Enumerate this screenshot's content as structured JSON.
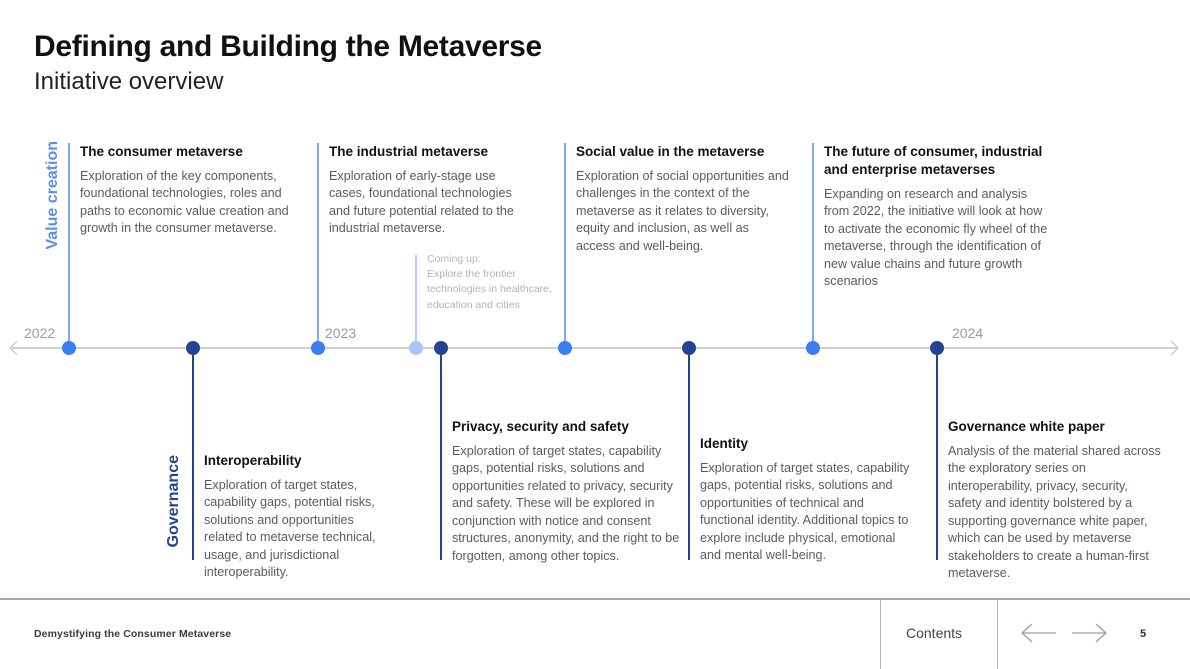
{
  "header": {
    "title": "Defining and Building the Metaverse",
    "subtitle": "Initiative overview"
  },
  "rails": {
    "top_label": "Value creation",
    "bottom_label": "Governance"
  },
  "timeline": {
    "years": [
      "2022",
      "2023",
      "2024"
    ],
    "left_arrow_icon": "arrow-left-icon",
    "right_arrow_icon": "arrow-right-icon",
    "colors": {
      "light_blue": "#3d7df2",
      "dark_navy": "#25448f",
      "faded_blue": "#a8c6f8",
      "axis_gray": "#cfcfcf",
      "year_label_gray": "#9a9a9a"
    }
  },
  "top_cards": [
    {
      "title": "The consumer metaverse",
      "body": "Exploration of the key components, foundational technologies, roles and paths to economic value creation and growth in the consumer metaverse."
    },
    {
      "title": "The industrial metaverse",
      "body": "Exploration of early-stage use cases, foundational technologies and future potential related to the industrial metaverse."
    },
    {
      "title": "Social value in the metaverse",
      "body": "Exploration of social opportunities and challenges in the context of the metaverse as it relates to diversity, equity and inclusion, as well as access and well-being."
    },
    {
      "title": "The future of consumer, industrial and enterprise metaverses",
      "body": "Expanding on research and analysis from 2022, the initiative will look at how to activate the economic fly wheel of the metaverse, through the identification of new value chains and future growth scenarios"
    }
  ],
  "coming_up": {
    "heading": "Coming up:",
    "body": "Explore the frontier technologies in healthcare, education and cities"
  },
  "bottom_cards": [
    {
      "title": "Interoperability",
      "body": "Exploration of target states, capability gaps, potential risks, solutions and opportunities related to metaverse technical, usage, and jurisdictional interoperability."
    },
    {
      "title": "Privacy, security and safety",
      "body": "Exploration of target states, capability gaps, potential risks, solutions and opportunities related to privacy, security and safety. These will be explored in conjunction with notice and consent structures, anonymity, and the right to be forgotten, among other topics."
    },
    {
      "title": "Identity",
      "body": "Exploration of target states, capability gaps, potential risks, solutions and opportunities of technical and functional identity. Additional topics to explore include physical, emotional and mental well-being."
    },
    {
      "title": "Governance white paper",
      "body": "Analysis of the material shared across the exploratory series on interoperability, privacy, security, safety and identity bolstered by a supporting governance white paper, which can be used by metaverse stakeholders to create a human-first metaverse."
    }
  ],
  "footer": {
    "deck_name": "Demystifying the Consumer Metaverse",
    "contents_label": "Contents",
    "prev_icon": "arrow-left-icon",
    "next_icon": "arrow-right-icon",
    "page_number": "5"
  }
}
